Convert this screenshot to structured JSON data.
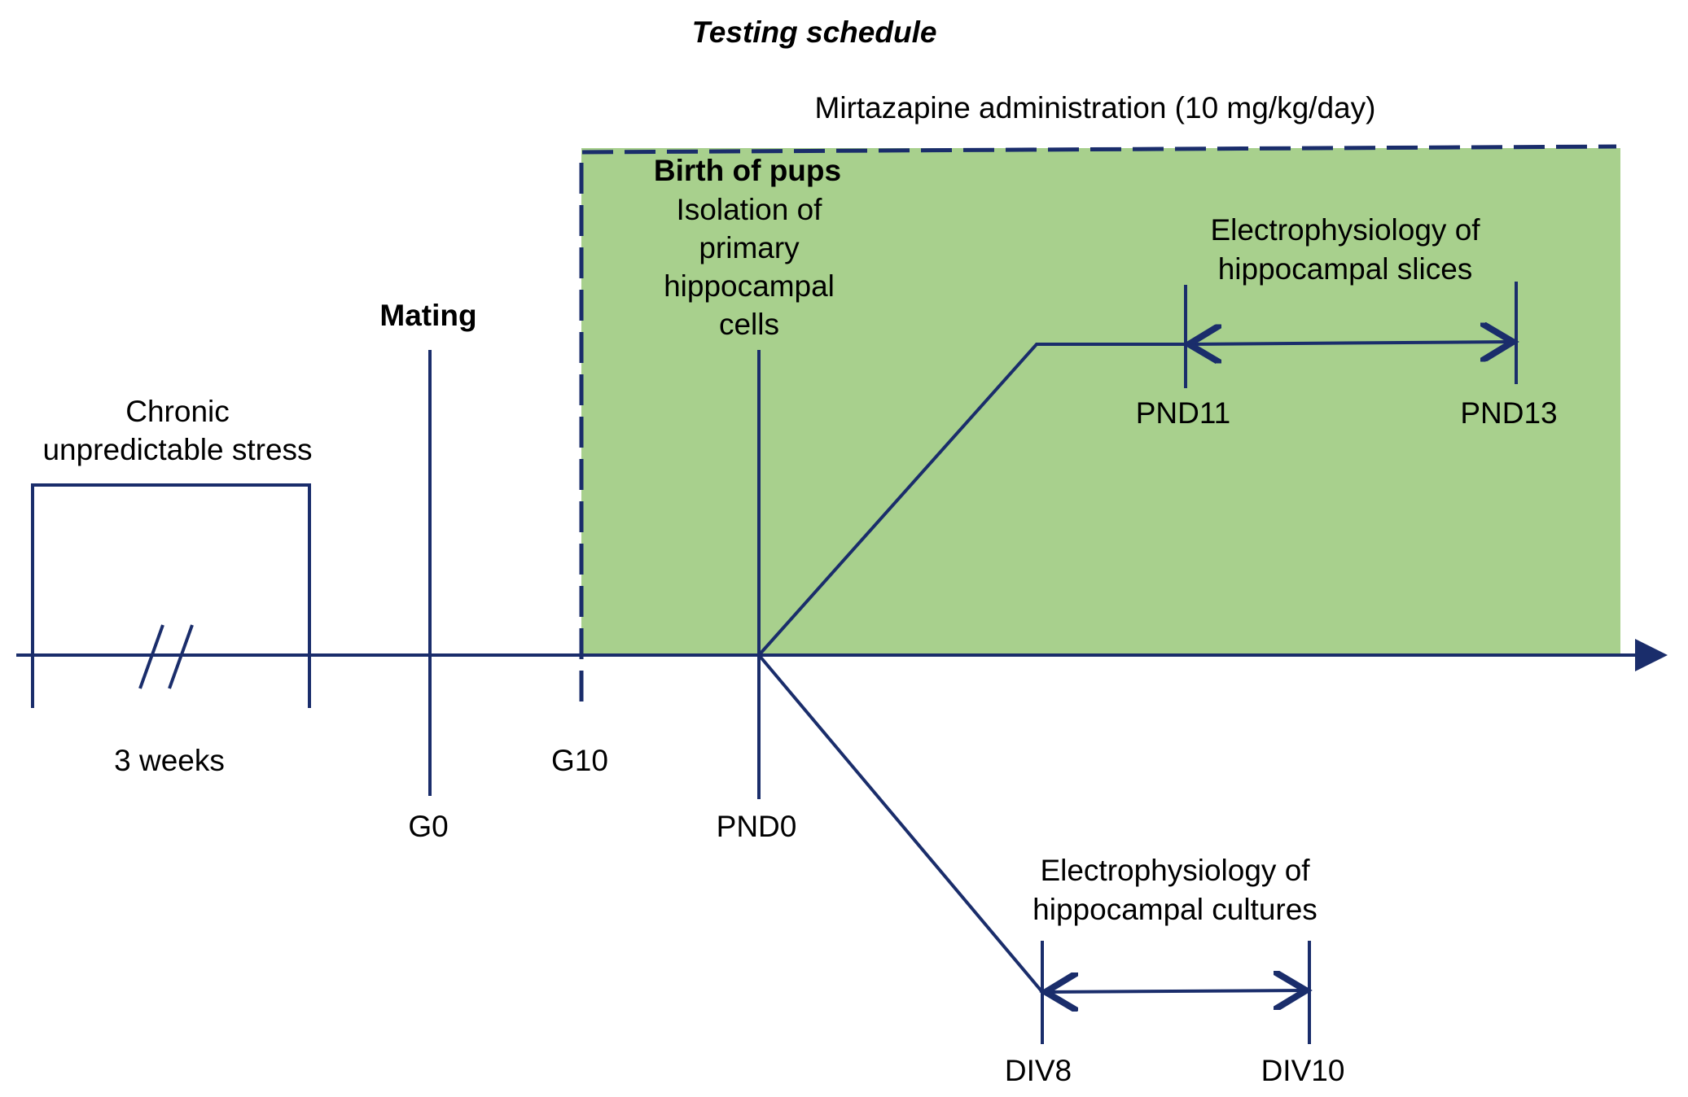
{
  "title": "Testing schedule",
  "colors": {
    "line": "#1a2d6b",
    "treatment_fill": "#a8d08d",
    "text": "#000000"
  },
  "treatment": {
    "label": "Mirtazapine administration (10 mg/kg/day)"
  },
  "stress": {
    "label_line1": "Chronic",
    "label_line2": "unpredictable stress",
    "duration": "3 weeks"
  },
  "events": {
    "mating": "Mating",
    "birth": "Birth of pups",
    "isolation_line1": "Isolation of",
    "isolation_line2": "primary",
    "isolation_line3": "hippocampal",
    "isolation_line4": "cells"
  },
  "timepoints": {
    "g0": "G0",
    "g10": "G10",
    "pnd0": "PND0",
    "pnd11": "PND11",
    "pnd13": "PND13",
    "div8": "DIV8",
    "div10": "DIV10"
  },
  "slices": {
    "line1": "Electrophysiology of",
    "line2": "hippocampal slices"
  },
  "cultures": {
    "line1": "Electrophysiology of",
    "line2": "hippocampal cultures"
  }
}
